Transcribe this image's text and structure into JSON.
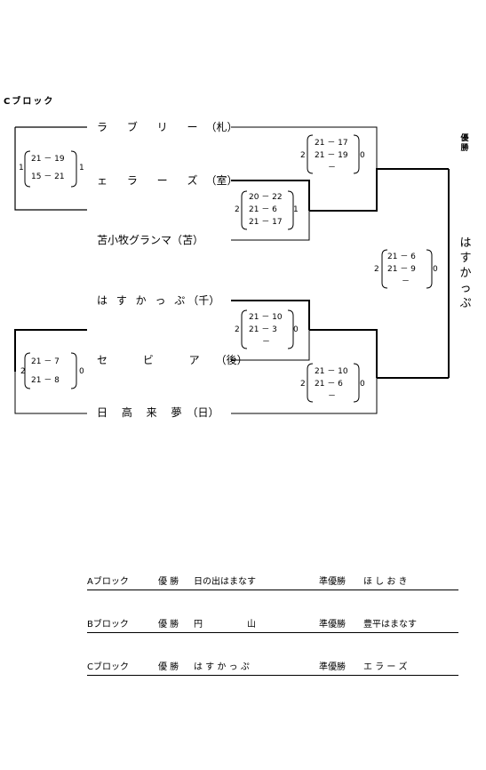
{
  "block_title": "Cブロック",
  "champion": {
    "label": "優勝",
    "name": "はすかっぷ"
  },
  "teams": [
    {
      "name": "ラ ブ リ ー",
      "region": "（札）"
    },
    {
      "name": "ェ ラ ー ズ",
      "region": "（室）"
    },
    {
      "name": "苫小牧グランマ",
      "region": "（苫）"
    },
    {
      "name": "は す か っ ぷ",
      "region": "（千）"
    },
    {
      "name": "セ ビ ア",
      "region": "（後）"
    },
    {
      "name": "日 高 来 夢",
      "region": "（日）"
    }
  ],
  "matches": [
    {
      "left": "1",
      "right": "1",
      "sets": [
        "21 － 19",
        "15 － 21"
      ]
    },
    {
      "left": "2",
      "right": "1",
      "sets": [
        "20 － 22",
        "21 － 6",
        "21 － 17"
      ]
    },
    {
      "left": "2",
      "right": "0",
      "sets": [
        "21 － 17",
        "21 － 19",
        "－"
      ]
    },
    {
      "left": "2",
      "right": "0",
      "sets": [
        "21 － 7",
        "21 － 8"
      ]
    },
    {
      "left": "2",
      "right": "0",
      "sets": [
        "21 － 10",
        "21 － 3",
        "－"
      ]
    },
    {
      "left": "2",
      "right": "0",
      "sets": [
        "21 － 10",
        "21 － 6",
        "－"
      ]
    },
    {
      "left": "2",
      "right": "0",
      "sets": [
        "21 － 6",
        "21 － 9",
        "－"
      ]
    }
  ],
  "summary": [
    {
      "block": "Aブロック",
      "win_label": "優 勝",
      "winner": "日の出はまなす",
      "runner_label": "準優勝",
      "runner": "ほ し お き"
    },
    {
      "block": "Bブロック",
      "win_label": "優 勝",
      "winner": "円　　　　　山",
      "runner_label": "準優勝",
      "runner": "豊平はまなす"
    },
    {
      "block": "Cブロック",
      "win_label": "優 勝",
      "winner": "は す か っ ぷ",
      "runner_label": "準優勝",
      "runner": "エ ラ ー ズ"
    }
  ]
}
